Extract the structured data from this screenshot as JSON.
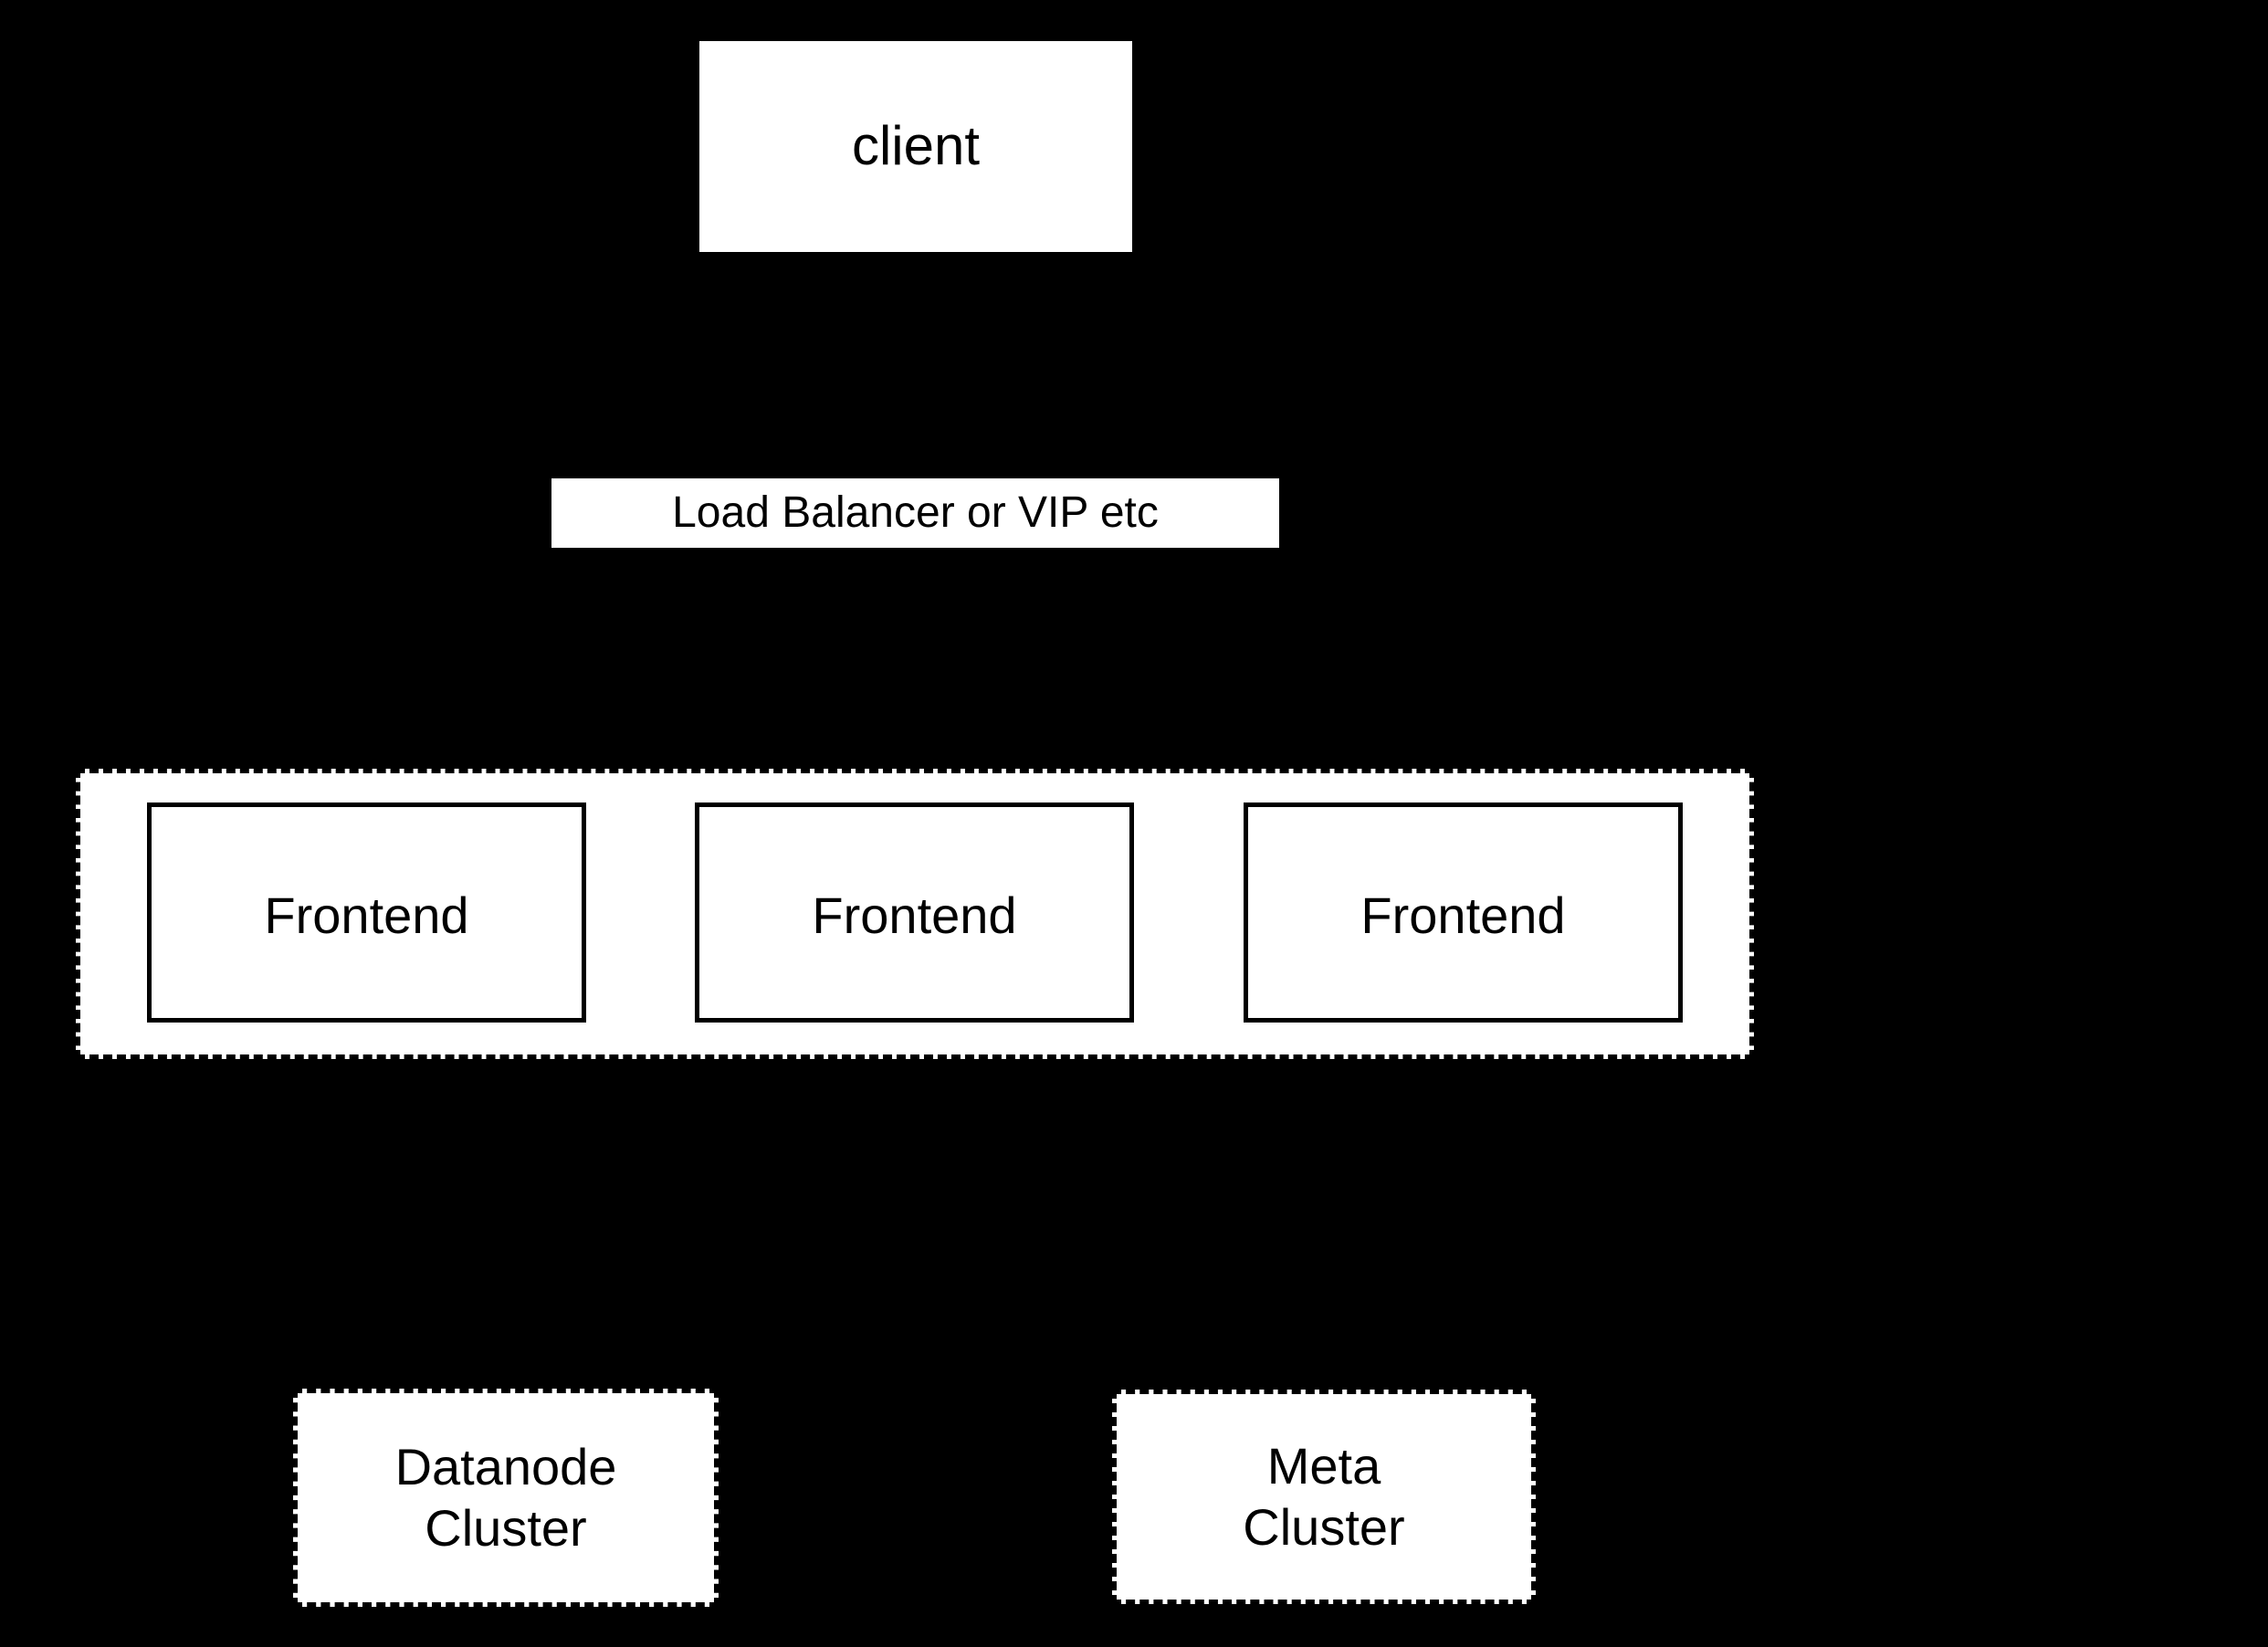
{
  "diagram": {
    "background_color": "#000000",
    "node_fill_color": "#ffffff",
    "stroke_color": "#000000",
    "nodes": {
      "client": {
        "label": "client",
        "shape": "rectangle",
        "border_style": "none"
      },
      "load_balancer": {
        "label": "Load Balancer or VIP etc",
        "shape": "rectangle",
        "border_style": "none"
      },
      "frontend_cluster": {
        "label": "",
        "shape": "rectangle",
        "border_style": "dashed"
      },
      "frontend_1": {
        "label": "Frontend",
        "shape": "rectangle",
        "border_style": "solid"
      },
      "frontend_2": {
        "label": "Frontend",
        "shape": "rectangle",
        "border_style": "solid"
      },
      "frontend_3": {
        "label": "Frontend",
        "shape": "rectangle",
        "border_style": "solid"
      },
      "datanode_cluster": {
        "label": "Datanode\nCluster",
        "shape": "rectangle",
        "border_style": "dashed"
      },
      "meta_cluster": {
        "label": "Meta\nCluster",
        "shape": "rectangle",
        "border_style": "dashed"
      }
    }
  }
}
